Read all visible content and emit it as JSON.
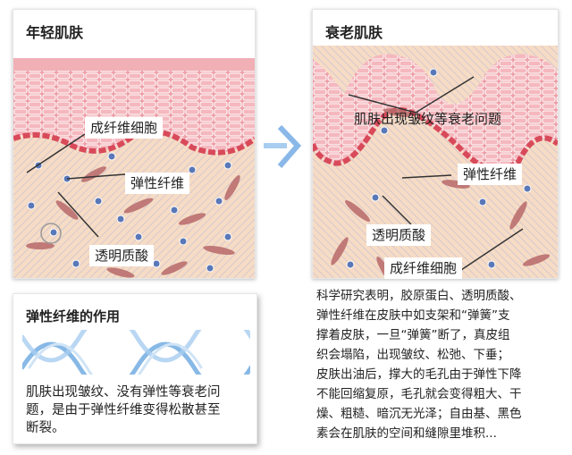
{
  "left_panel": {
    "title": "年轻肌肤",
    "labels": {
      "fibroblast": "成纤维细胞",
      "elastic_fiber": "弹性纤维",
      "hyaluronic_acid": "透明质酸"
    }
  },
  "right_panel": {
    "title": "衰老肌肤",
    "labels": {
      "wrinkle": "肌肤出现皱纹等衰老问题",
      "elastic_fiber": "弹性纤维",
      "hyaluronic_acid": "透明质酸",
      "fibroblast": "成纤维细胞"
    }
  },
  "arrow": {
    "icon": "arrow-right-icon",
    "color": "#8ab8e8"
  },
  "inset": {
    "title": "弹性纤维的作用",
    "lines": [
      "肌肤出现皱纹、没有弹性等衰老问",
      "题，是由于弹性纤维变得松散甚至",
      "断裂。"
    ]
  },
  "description": {
    "lines": [
      "科学研究表明，胶原蛋白、透明质酸、",
      "弹性纤维在皮肤中如支架和“弹簧”支",
      "撑着皮肤，一旦“弹簧”断了，真皮组",
      "织会塌陷，出现皱纹、松弛、下垂；",
      "皮肤出油后，撑大的毛孔由于弹性下降",
      "不能回缩复原，毛孔就会变得粗大、干",
      "燥、粗糙、暗沉无光泽；自由基、黑色",
      "素会在肌肤的空间和缝隙里堆积..."
    ]
  },
  "colors": {
    "epidermis": "#eea0a8",
    "basal_layer": "#d84a5a",
    "dermis": "#f6dcc4",
    "cell": "#b86a6a",
    "ha_dot": "#5a78b8"
  }
}
